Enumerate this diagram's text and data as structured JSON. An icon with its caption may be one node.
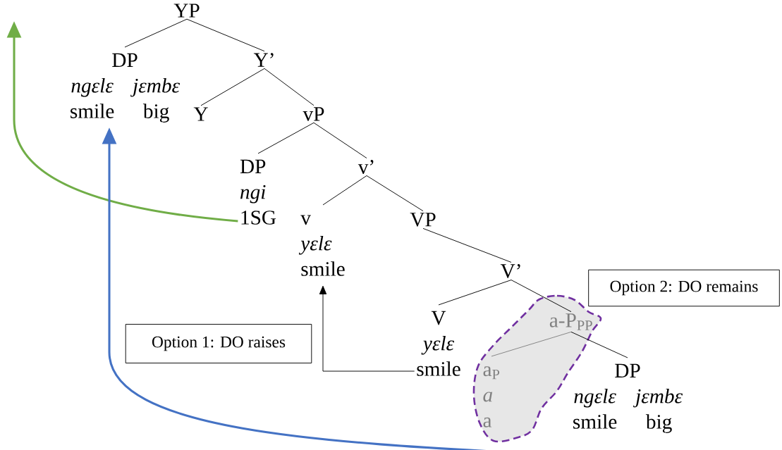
{
  "diagram": {
    "nodes": [
      {
        "text": [
          "YP"
        ]
      },
      {
        "text": [
          "DP",
          "ngɛlɛ",
          "jɛmbɛ",
          "smile",
          "big"
        ]
      },
      {
        "text": [
          "Y’"
        ]
      },
      {
        "text": [
          "Y"
        ]
      },
      {
        "text": [
          "vP"
        ]
      },
      {
        "text": [
          "DP",
          "ngi",
          "1SG"
        ]
      },
      {
        "text": [
          "v’"
        ]
      },
      {
        "text": [
          "v",
          "yɛlɛ",
          "smile"
        ]
      },
      {
        "text": [
          "VP"
        ]
      },
      {
        "text": [
          "V’"
        ]
      },
      {
        "text": [
          "V",
          "yɛlɛ",
          "smile"
        ]
      },
      {
        "text": [],
        "shape": "cloud"
      },
      {
        "text": [
          "a-P$_{PP}$"
        ],
        "in": 11
      },
      {
        "text": [
          "a$_{P}$",
          "a",
          "a"
        ],
        "in": 11
      },
      {
        "text": [
          "DP",
          "ngɛlɛ",
          "jɛmbɛ",
          "smile",
          "big"
        ]
      },
      {
        "text": [
          "Option 1: DO raises"
        ]
      },
      {
        "text": [
          "Option 2: DO remains"
        ]
      }
    ],
    "edges": [
      {
        "from": 0,
        "to": 1,
        "arrow": "none"
      },
      {
        "from": 0,
        "to": 2,
        "arrow": "none"
      },
      {
        "from": 2,
        "to": 3,
        "arrow": "none"
      },
      {
        "from": 2,
        "to": 4,
        "arrow": "none"
      },
      {
        "from": 4,
        "to": 5,
        "arrow": "none"
      },
      {
        "from": 4,
        "to": 6,
        "arrow": "none"
      },
      {
        "from": 6,
        "to": 7,
        "arrow": "none"
      },
      {
        "from": 6,
        "to": 8,
        "arrow": "none"
      },
      {
        "from": 8,
        "to": 9,
        "arrow": "none"
      },
      {
        "from": 9,
        "to": 10,
        "arrow": "none"
      },
      {
        "from": 9,
        "to": 12,
        "arrow": "none"
      },
      {
        "from": 12,
        "to": 13,
        "arrow": "none",
        "color": "#808080"
      },
      {
        "from": 12,
        "to": 14,
        "arrow": "none"
      },
      {
        "from": 10,
        "to": 7,
        "arrow": "to"
      },
      {
        "from": 5,
        "to": null,
        "arrow": "to",
        "style": "thick",
        "color": "#70ad47"
      },
      {
        "from": 14,
        "to": 1,
        "arrow": "to",
        "style": "thick",
        "color": "#4472c4"
      }
    ]
  }
}
